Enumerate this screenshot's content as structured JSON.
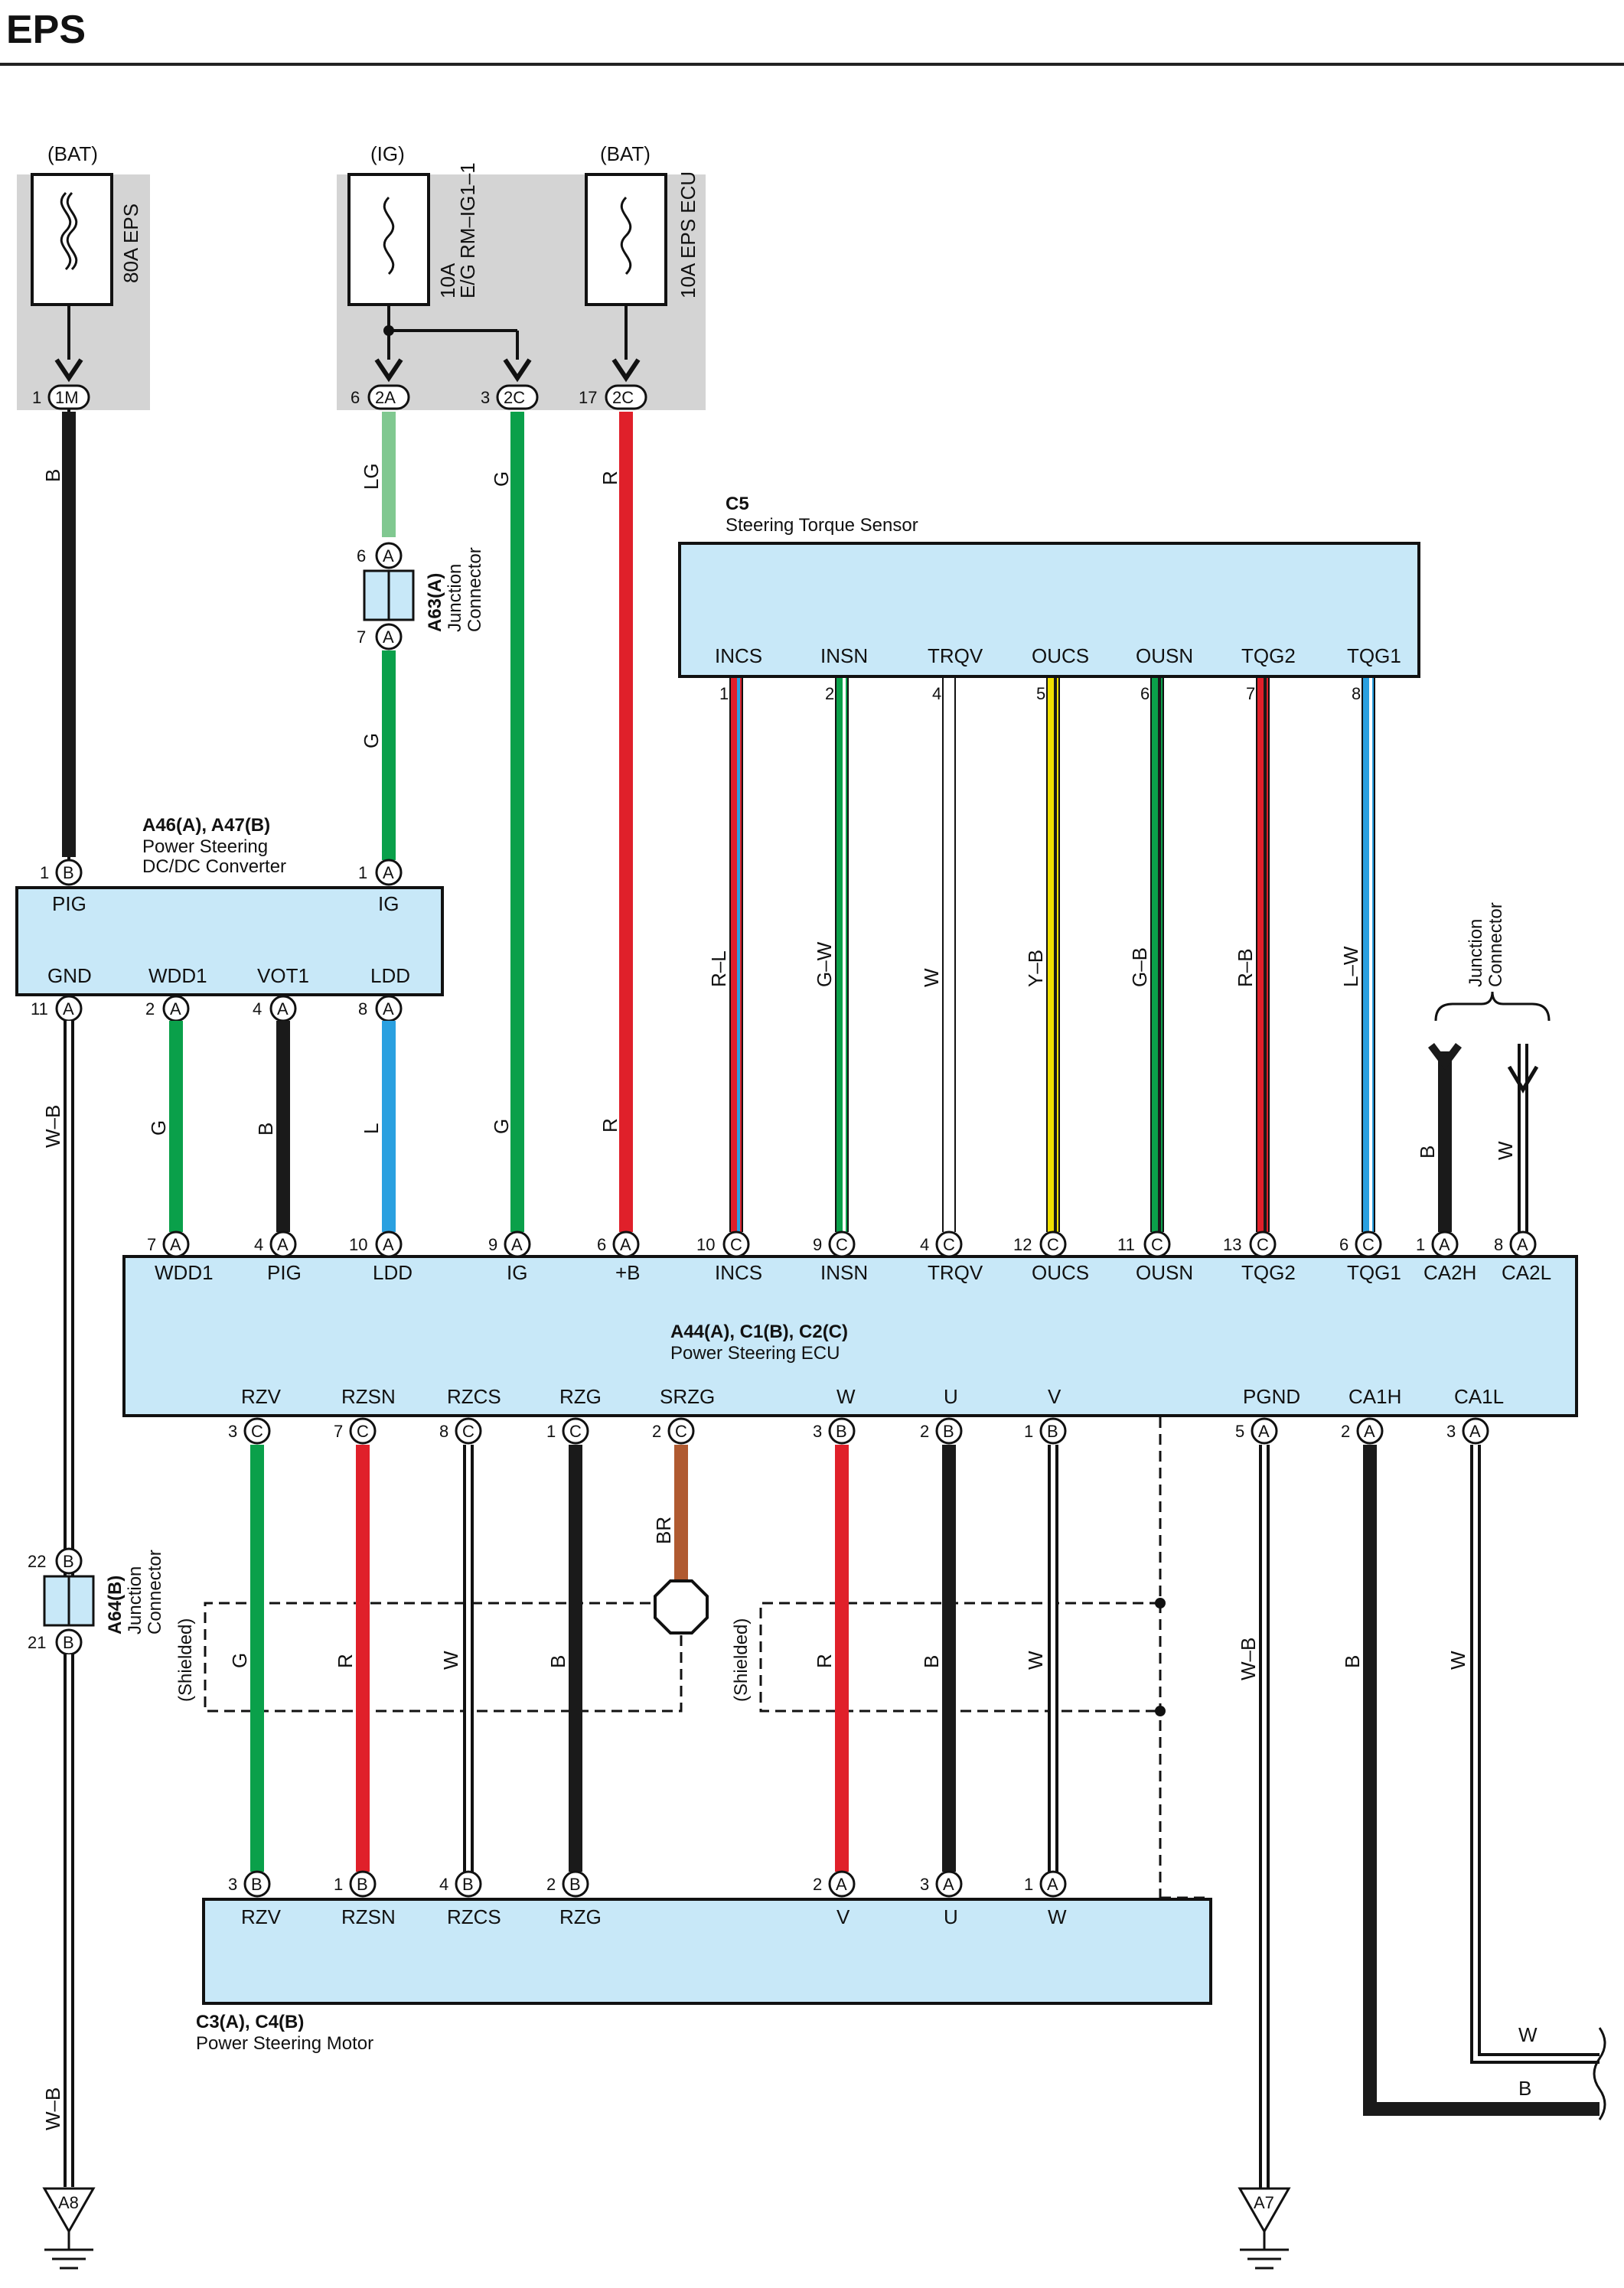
{
  "title": "EPS",
  "sources": {
    "bat1": "(BAT)",
    "ig": "(IG)",
    "bat2": "(BAT)",
    "fuse_80a": "80A EPS",
    "fuse_eg_1": "10A",
    "fuse_eg_2": "E/G RM–IG1–1",
    "fuse_eps_ecu": "10A EPS ECU"
  },
  "source_connectors": {
    "c1m": {
      "pin": "1",
      "conn": "1M"
    },
    "c2a": {
      "pin": "6",
      "conn": "2A"
    },
    "c2c_ig": {
      "pin": "3",
      "conn": "2C"
    },
    "c2c_bat": {
      "pin": "17",
      "conn": "2C"
    }
  },
  "a63": {
    "name": "A63(A)",
    "desc1": "Junction",
    "desc2": "Connector",
    "pin_top": "6",
    "pin_bot": "7",
    "letter": "A"
  },
  "a64": {
    "name": "A64(B)",
    "desc1": "Junction",
    "desc2": "Connector",
    "pin_top": "22",
    "pin_bot": "21",
    "letter": "B"
  },
  "converter": {
    "name": "A46(A), A47(B)",
    "desc1": "Power Steering",
    "desc2": "DC/DC Converter",
    "top_pins": [
      {
        "num": "1",
        "letter": "B",
        "label": "PIG"
      },
      {
        "num": "1",
        "letter": "A",
        "label": "IG"
      }
    ],
    "bottom_pins": [
      {
        "num": "11",
        "letter": "A",
        "label": "GND"
      },
      {
        "num": "2",
        "letter": "A",
        "label": "WDD1"
      },
      {
        "num": "4",
        "letter": "A",
        "label": "VOT1"
      },
      {
        "num": "8",
        "letter": "A",
        "label": "LDD"
      }
    ]
  },
  "sensor": {
    "name": "C5",
    "desc": "Steering Torque Sensor",
    "pins": [
      {
        "num": "1",
        "label": "INCS",
        "wire": "R–L"
      },
      {
        "num": "2",
        "label": "INSN",
        "wire": "G–W"
      },
      {
        "num": "4",
        "label": "TRQV",
        "wire": "W"
      },
      {
        "num": "5",
        "label": "OUCS",
        "wire": "Y–B"
      },
      {
        "num": "6",
        "label": "OUSN",
        "wire": "G–B"
      },
      {
        "num": "7",
        "label": "TQG2",
        "wire": "R–B"
      },
      {
        "num": "8",
        "label": "TQG1",
        "wire": "L–W"
      }
    ]
  },
  "junction_right": {
    "desc1": "Junction",
    "desc2": "Connector"
  },
  "ecu": {
    "name": "A44(A), C1(B), C2(C)",
    "desc": "Power Steering ECU",
    "top_pins": [
      {
        "num": "7",
        "letter": "A",
        "label": "WDD1"
      },
      {
        "num": "4",
        "letter": "A",
        "label": "PIG"
      },
      {
        "num": "10",
        "letter": "A",
        "label": "LDD"
      },
      {
        "num": "9",
        "letter": "A",
        "label": "IG"
      },
      {
        "num": "6",
        "letter": "A",
        "label": "+B"
      },
      {
        "num": "10",
        "letter": "C",
        "label": "INCS"
      },
      {
        "num": "9",
        "letter": "C",
        "label": "INSN"
      },
      {
        "num": "4",
        "letter": "C",
        "label": "TRQV"
      },
      {
        "num": "12",
        "letter": "C",
        "label": "OUCS"
      },
      {
        "num": "11",
        "letter": "C",
        "label": "OUSN"
      },
      {
        "num": "13",
        "letter": "C",
        "label": "TQG2"
      },
      {
        "num": "6",
        "letter": "C",
        "label": "TQG1"
      },
      {
        "num": "1",
        "letter": "A",
        "label": "CA2H"
      },
      {
        "num": "8",
        "letter": "A",
        "label": "CA2L"
      }
    ],
    "bottom_pins": [
      {
        "num": "3",
        "letter": "C",
        "label": "RZV"
      },
      {
        "num": "7",
        "letter": "C",
        "label": "RZSN"
      },
      {
        "num": "8",
        "letter": "C",
        "label": "RZCS"
      },
      {
        "num": "1",
        "letter": "C",
        "label": "RZG"
      },
      {
        "num": "2",
        "letter": "C",
        "label": "SRZG"
      },
      {
        "num": "3",
        "letter": "B",
        "label": "W"
      },
      {
        "num": "2",
        "letter": "B",
        "label": "U"
      },
      {
        "num": "1",
        "letter": "B",
        "label": "V"
      },
      {
        "num": "5",
        "letter": "A",
        "label": "PGND"
      },
      {
        "num": "2",
        "letter": "A",
        "label": "CA1H"
      },
      {
        "num": "3",
        "letter": "A",
        "label": "CA1L"
      }
    ]
  },
  "motor": {
    "name": "C3(A), C4(B)",
    "desc": "Power Steering Motor",
    "pins": [
      {
        "num": "3",
        "letter": "B",
        "label": "RZV"
      },
      {
        "num": "1",
        "letter": "B",
        "label": "RZSN"
      },
      {
        "num": "4",
        "letter": "B",
        "label": "RZCS"
      },
      {
        "num": "2",
        "letter": "B",
        "label": "RZG"
      },
      {
        "num": "2",
        "letter": "A",
        "label": "V"
      },
      {
        "num": "3",
        "letter": "A",
        "label": "U"
      },
      {
        "num": "1",
        "letter": "A",
        "label": "W"
      }
    ]
  },
  "shielded_label": "(Shielded)",
  "grounds": {
    "a8": "A8",
    "a7": "A7"
  },
  "wire_labels": {
    "b_main": "B",
    "lg": "LG",
    "g_ig": "G",
    "g_ig2": "G",
    "r_bat": "R",
    "wb_gnd": "W–B",
    "wb_gnd2": "W–B",
    "g_wdd": "G",
    "b_pig": "B",
    "l_ldd": "L",
    "g_ig_low": "G",
    "r_low": "R",
    "b_ca2h": "B",
    "w_ca2l": "W",
    "g_rzv": "G",
    "r_rzsn": "R",
    "w_rzcs": "W",
    "b_rzg": "B",
    "br_srzg": "BR",
    "r_w": "R",
    "b_u": "B",
    "w_v": "W",
    "wb_pgnd": "W–B",
    "b_ca1h": "B",
    "w_ca1l": "W",
    "w_bottom": "W",
    "b_bottom": "B"
  },
  "colors": {
    "box_fill": "#c8e8f8",
    "fuse_area": "#d4d4d4",
    "black": "#1a1a1a",
    "green": "#0aa04a",
    "light_green": "#80c890",
    "red": "#e0202a",
    "blue": "#2aa0e0",
    "yellow": "#f0e000",
    "brown": "#b05a30",
    "white_wire": "#ffffff"
  }
}
